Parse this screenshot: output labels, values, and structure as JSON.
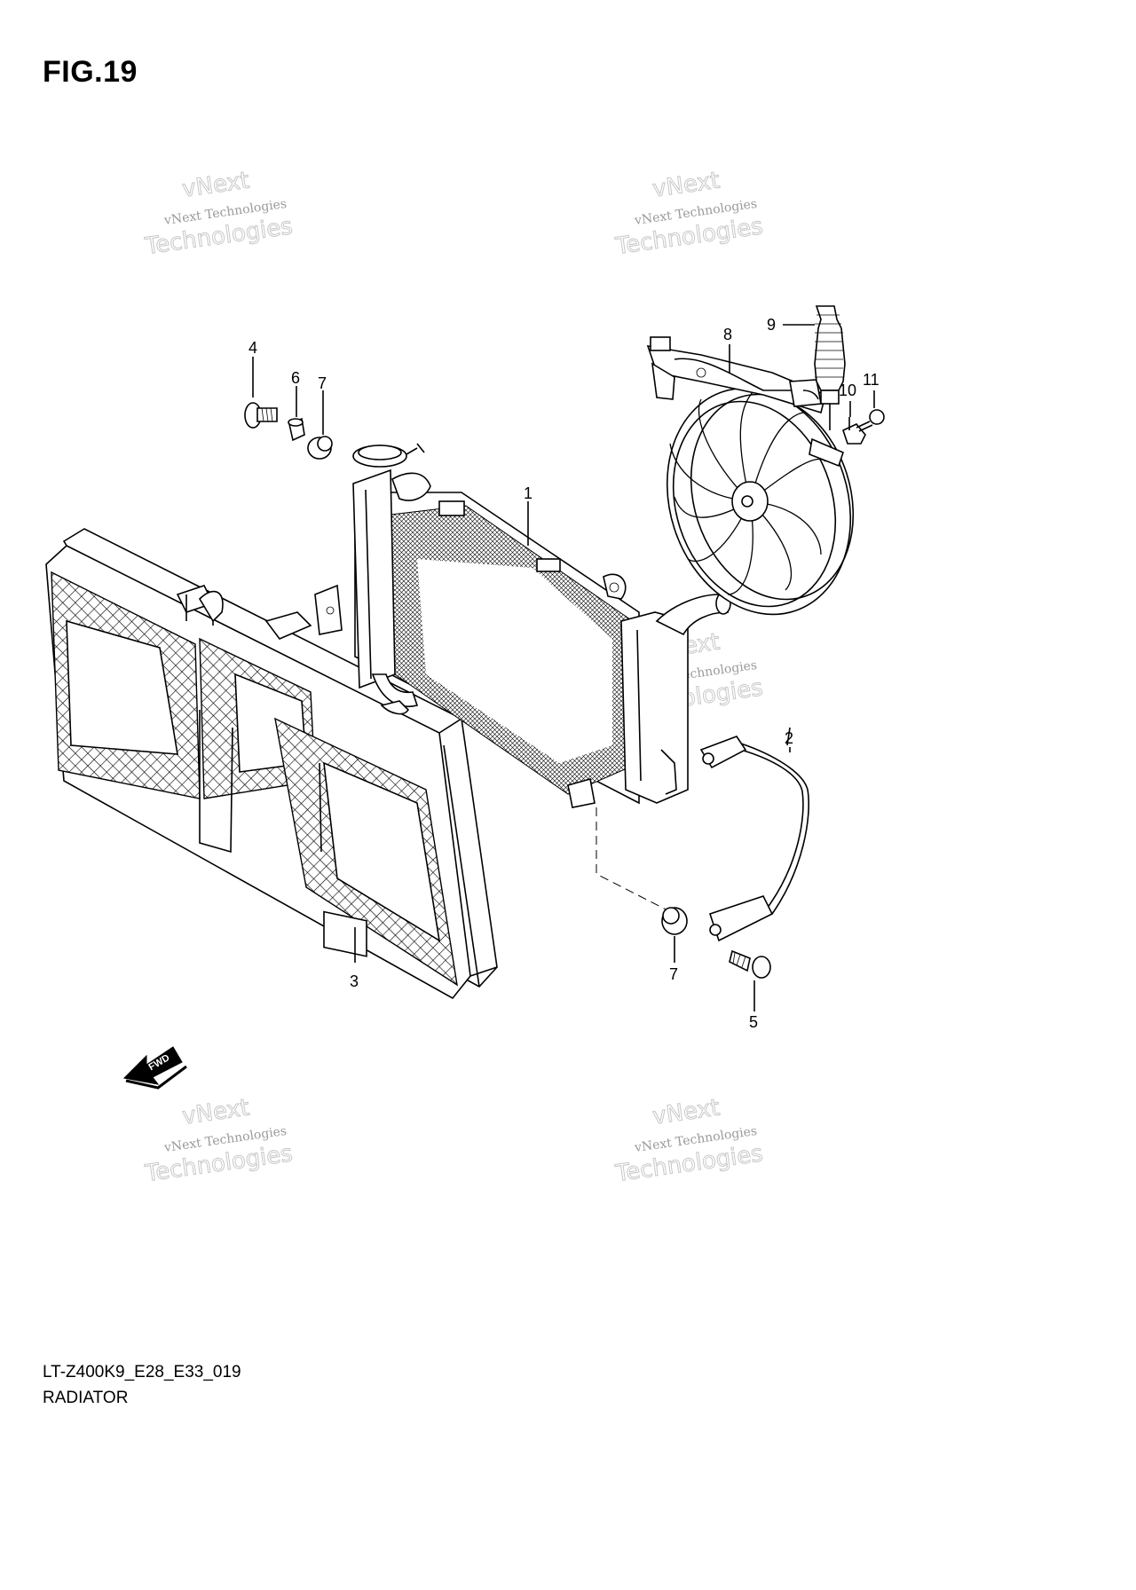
{
  "figure": {
    "title": "FIG.19",
    "model_code": "LT-Z400K9_E28_E33_019",
    "name": "RADIATOR"
  },
  "callouts": [
    "1",
    "2",
    "3",
    "4",
    "5",
    "6",
    "7",
    "7",
    "8",
    "9",
    "10",
    "11"
  ],
  "fwd_label": "FWD",
  "watermark": {
    "small": "vNext Technologies",
    "big_line1": "vNext",
    "big_line2": "Technologies"
  }
}
